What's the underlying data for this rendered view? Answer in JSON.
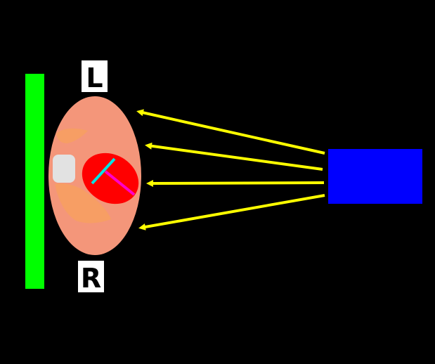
{
  "labels": {
    "top": "L",
    "bottom": "R"
  },
  "colors": {
    "background": "#000000",
    "detector_plate": "#00ff00",
    "source_box": "#0000ff",
    "beam_arrows": "#ffff00",
    "body_outline": "#f4967a",
    "tissue_patch": "#f7a060",
    "bone_spot": "#e2e2e2",
    "organ": "#ff0000",
    "axis_a": "#00e5e5",
    "axis_b": "#ff00cc",
    "label_box": "#ffffff",
    "label_text": "#000000"
  },
  "arrows": {
    "count": 4,
    "direction": "toward-left"
  }
}
